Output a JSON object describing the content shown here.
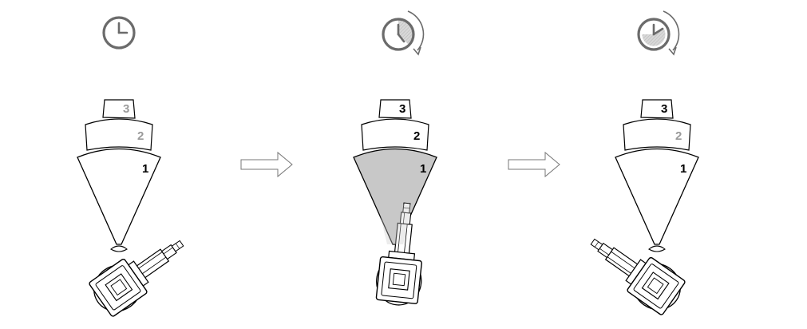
{
  "panels": [
    {
      "id": "panel-before",
      "state": "before",
      "clock_icon": "clock-icon",
      "zone_labels": {
        "zone3": "3",
        "zone2": "2",
        "zone1": "1"
      },
      "zone1_highlighted": false
    },
    {
      "id": "panel-during",
      "state": "during",
      "clock_icon": "clock-rotating-icon",
      "zone_labels": {
        "zone3": "3",
        "zone2": "2",
        "zone1": "1"
      },
      "zone1_highlighted": true
    },
    {
      "id": "panel-after",
      "state": "after",
      "clock_icon": "clock-elapsed-icon",
      "zone_labels": {
        "zone3": "3",
        "zone2": "2",
        "zone1": "1"
      },
      "zone1_highlighted": false
    }
  ],
  "arrows": [
    "arrow-right-icon",
    "arrow-right-icon"
  ],
  "colors": {
    "outline": "#000000",
    "clock_gray": "#6b6b6b",
    "label_gray": "#9a9a9a",
    "zone1_fill": "#c8c8c8",
    "clock_shading": "#d4d4d4"
  }
}
